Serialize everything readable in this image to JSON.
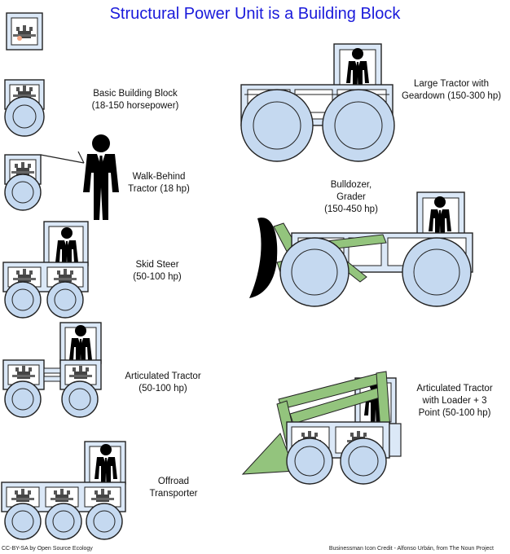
{
  "title": "Structural Power Unit is a Building Block",
  "captions": {
    "basic_block": [
      "Basic Building Block",
      "(18-150 horsepower)"
    ],
    "walk_behind": [
      "Walk-Behind",
      "Tractor (18 hp)"
    ],
    "skid_steer": [
      "Skid Steer",
      "(50-100 hp)"
    ],
    "articulated": [
      "Articulated Tractor",
      "(50-100 hp)"
    ],
    "offroad": [
      "Offroad",
      "Transporter"
    ],
    "large_tractor": [
      "Large Tractor with",
      "Geardown (150-300 hp)"
    ],
    "bulldozer": [
      "Bulldozer,",
      "Grader",
      "(150-450 hp)"
    ],
    "loader": [
      "Articulated Tractor",
      "with Loader + 3",
      "Point (50-100 hp)"
    ]
  },
  "credits": {
    "left": "CC-BY-SA by Open Source Ecology",
    "right": "Businessman Icon Credit - Alfonso Urbán, from The Noun Project"
  },
  "colors": {
    "title": "#1a1adb",
    "frame_fill": "#dbe8f7",
    "wheel_fill": "#c5d9f0",
    "outline": "#222222",
    "loader_green": "#93c47d"
  }
}
